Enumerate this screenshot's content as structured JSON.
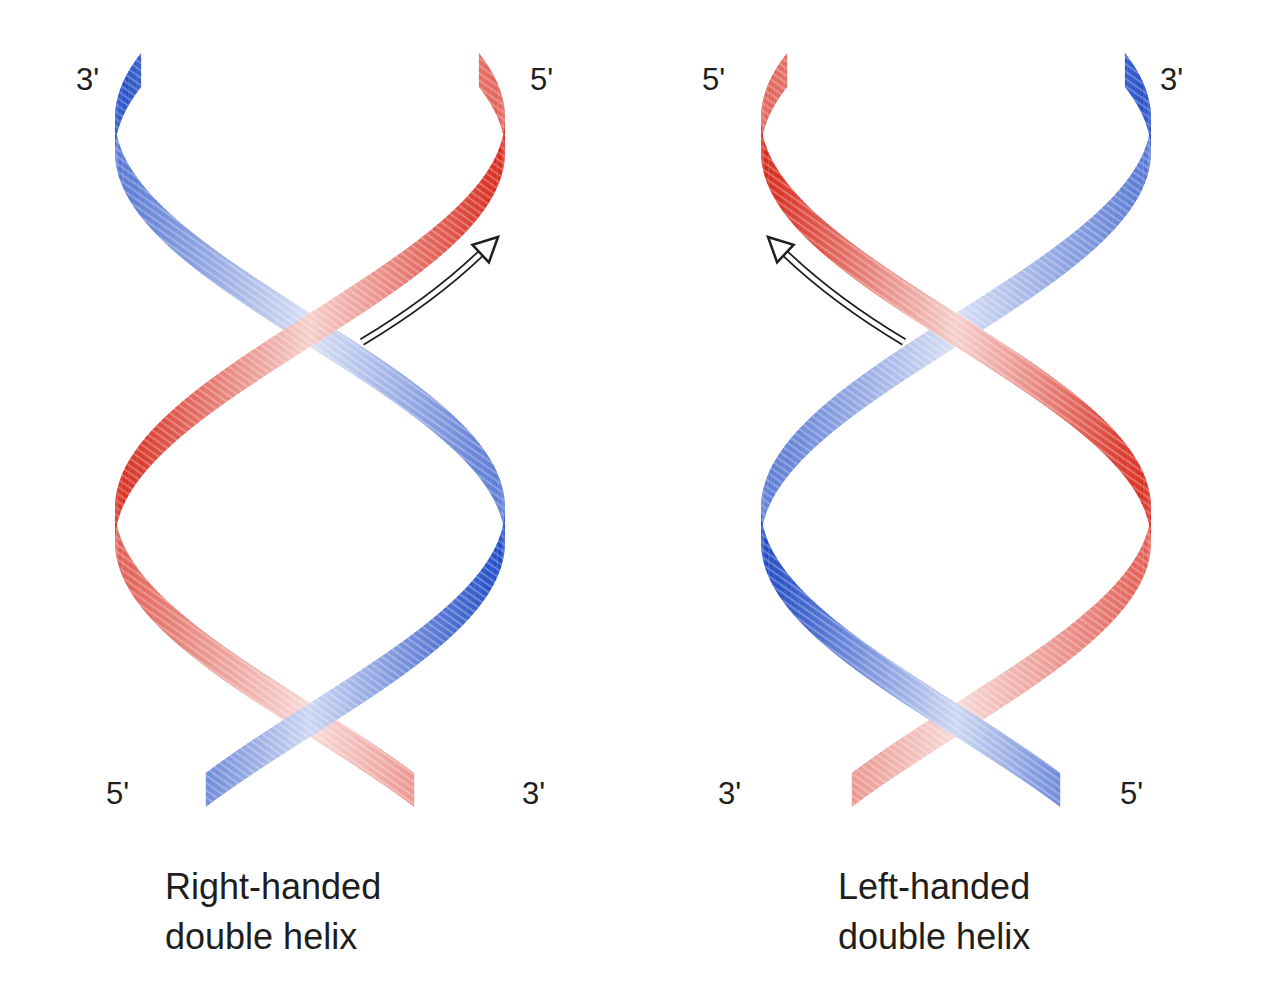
{
  "diagram": {
    "labels": [
      "3'",
      "5'",
      "5'",
      "3'",
      "5'",
      "3'",
      "3'",
      "5'",
      "Right-handed double helix",
      "Left-handed double helix"
    ]
  }
}
